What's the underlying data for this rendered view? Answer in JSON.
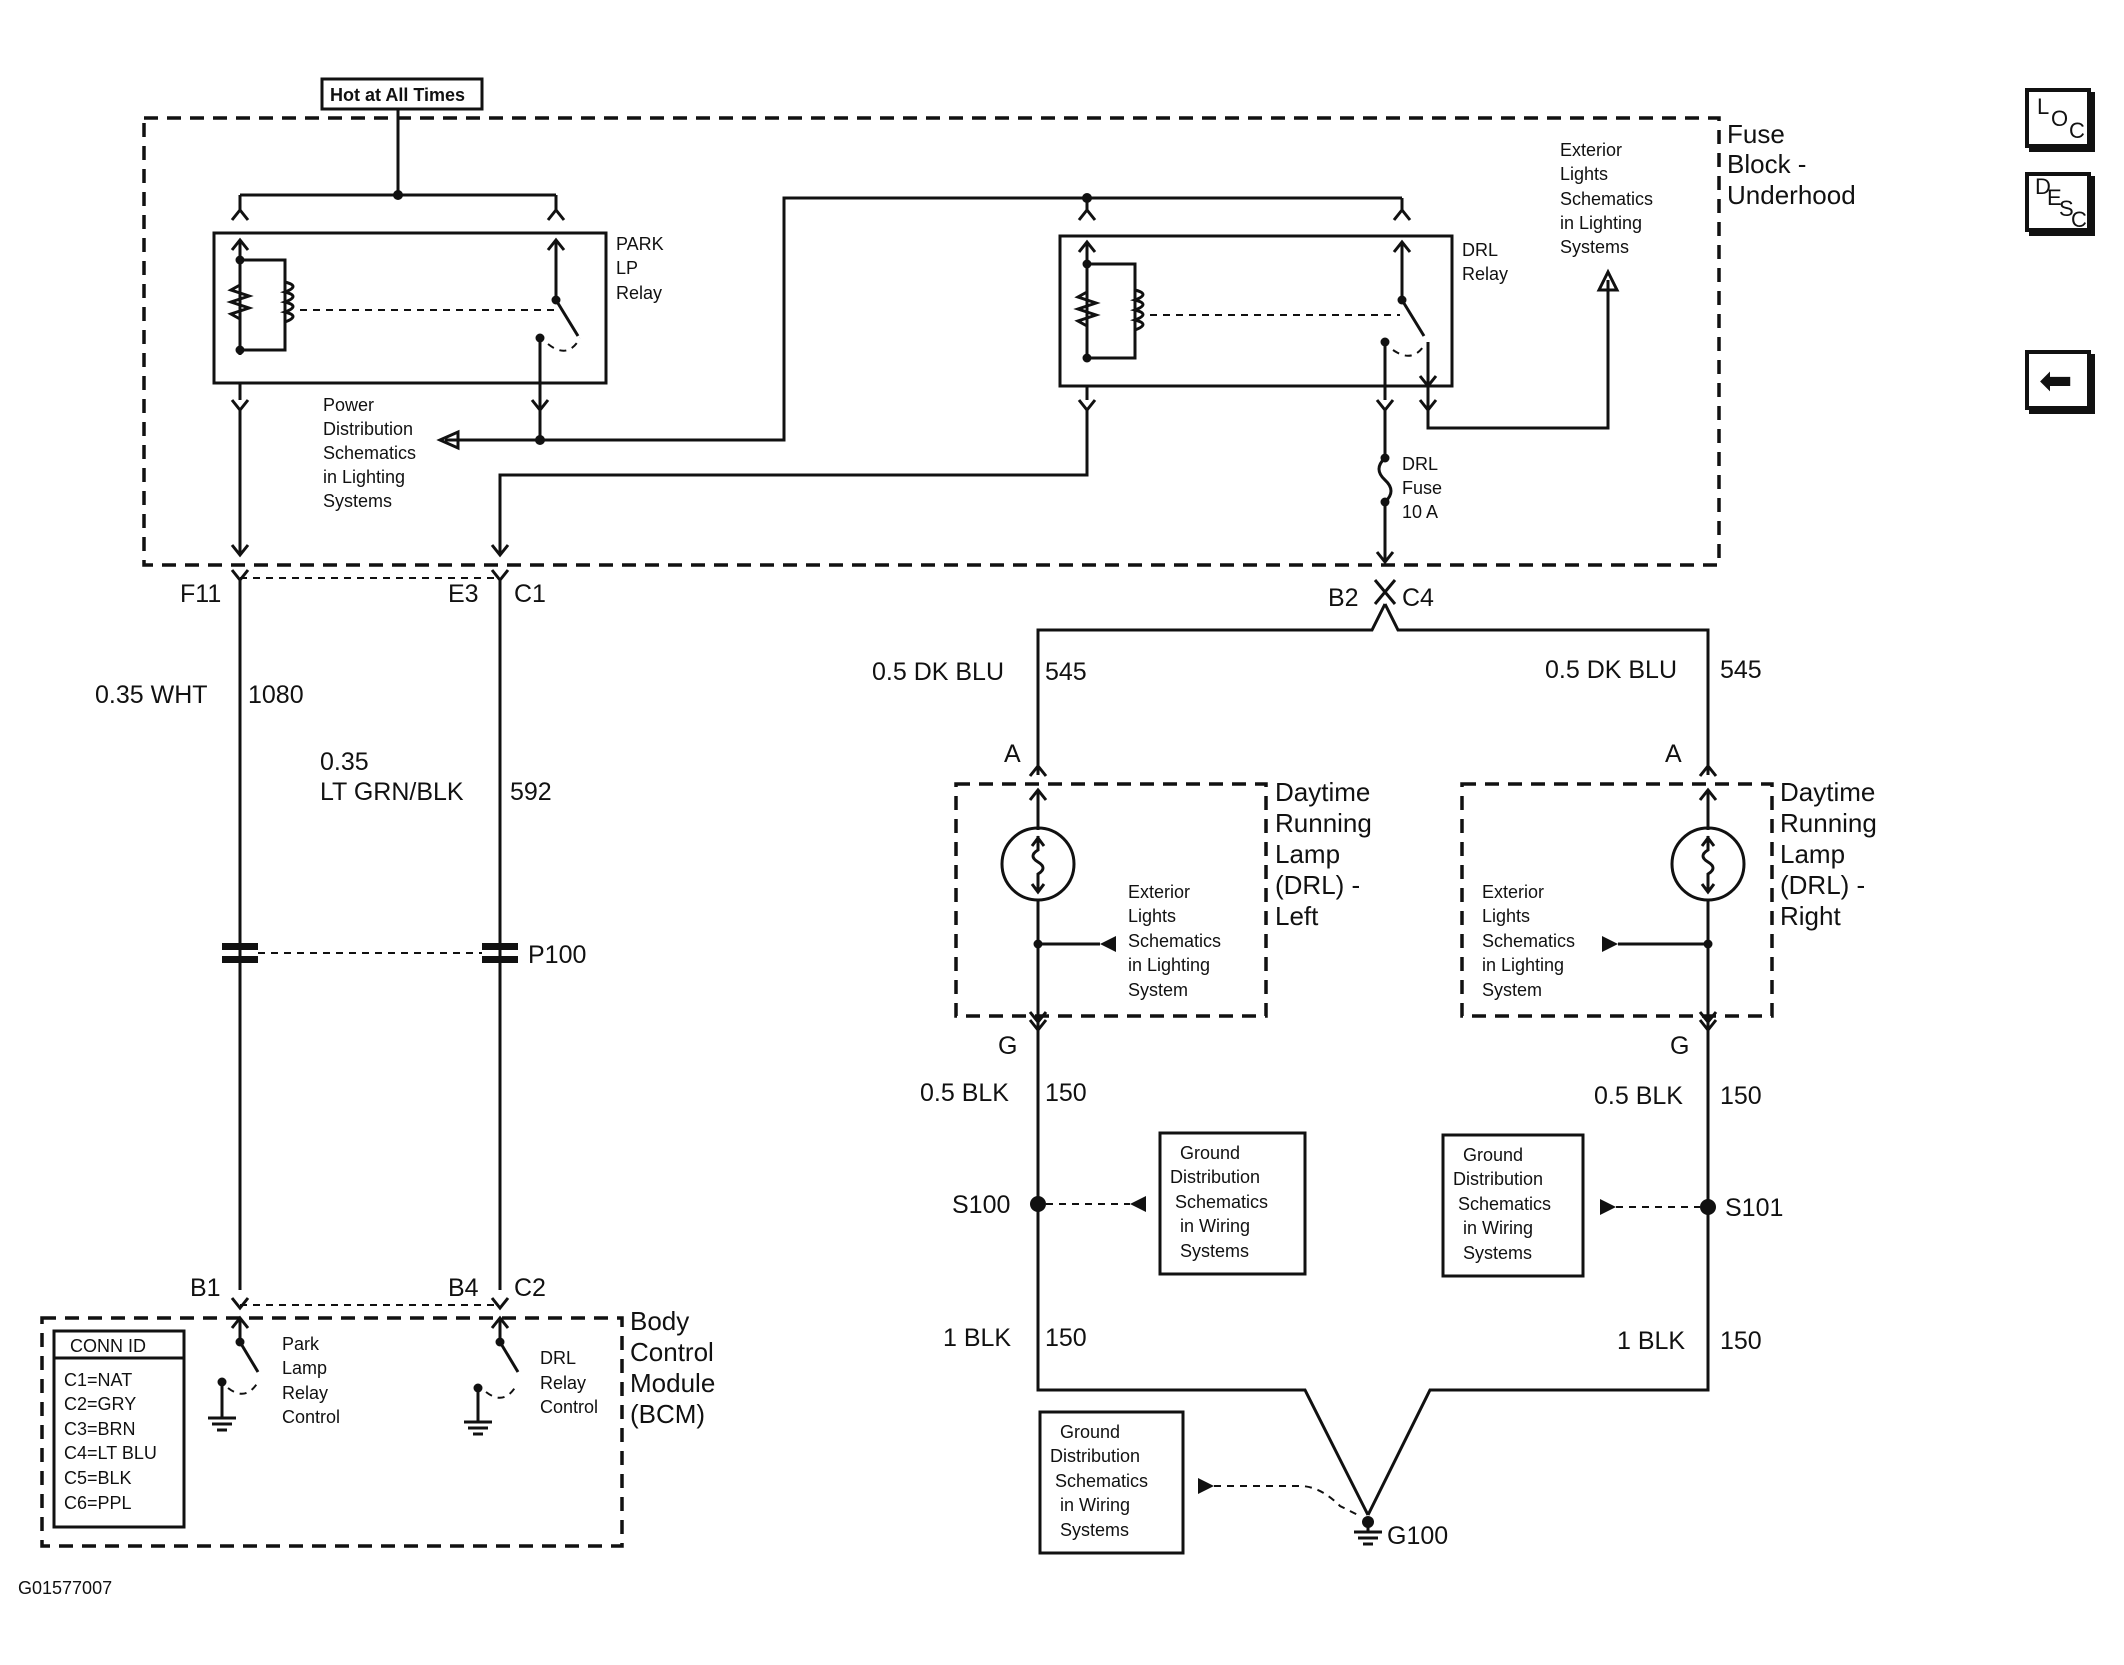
{
  "nav": {
    "loc": [
      "L",
      "O",
      "C"
    ],
    "desc": [
      "D",
      "E",
      "S",
      "C"
    ],
    "back_icon": "left-arrow-icon"
  },
  "labels": {
    "hot": "Hot at All Times",
    "fuse_block": [
      "Fuse",
      "Block -",
      "Underhood"
    ],
    "park_relay": [
      "PARK",
      "LP",
      "Relay"
    ],
    "drl_relay": [
      "DRL",
      "Relay"
    ],
    "power_dist": [
      "Power",
      "Distribution",
      "Schematics",
      "in Lighting",
      "Systems"
    ],
    "ext_lights_top": [
      "Exterior",
      "Lights",
      "Schematics",
      "in Lighting",
      "Systems"
    ],
    "drl_fuse": [
      "DRL",
      "Fuse",
      "10 A"
    ],
    "f11": "F11",
    "e3": "E3",
    "c1_top": "C1",
    "b2": "B2",
    "c4": "C4",
    "wire_1080_spec": "0.35 WHT",
    "wire_1080_num": "1080",
    "wire_592_spec": [
      "0.35",
      "LT GRN/BLK"
    ],
    "wire_592_num": "592",
    "p100": "P100",
    "b1": "B1",
    "b4": "B4",
    "c2_bot": "C2",
    "bcm": [
      "Body",
      "Control",
      "Module",
      "(BCM)"
    ],
    "park_ctrl": [
      "Park",
      "Lamp",
      "Relay",
      "Control"
    ],
    "drl_ctrl": [
      "DRL",
      "Relay",
      "Control"
    ],
    "conn_id_title": "CONN ID",
    "conn_id": [
      "C1=NAT",
      "C2=GRY",
      "C3=BRN",
      "C4=LT BLU",
      "C5=BLK",
      "C6=PPL"
    ],
    "wire_545_spec": "0.5 DK BLU",
    "wire_545_num": "545",
    "pin_a": "A",
    "pin_g": "G",
    "drl_left": [
      "Daytime",
      "Running",
      "Lamp",
      "(DRL) -",
      "Left"
    ],
    "drl_right": [
      "Daytime",
      "Running",
      "Lamp",
      "(DRL) -",
      "Right"
    ],
    "ext_lights_lamp": [
      "Exterior",
      "Lights",
      "Schematics",
      "in Lighting",
      "System"
    ],
    "wire_150_05_spec": "0.5 BLK",
    "wire_150_1_spec": "1 BLK",
    "wire_150_num": "150",
    "s100": "S100",
    "s101": "S101",
    "ground_dist": [
      "Ground",
      "Distribution",
      "Schematics",
      "in Wiring",
      "Systems"
    ],
    "g100": "G100",
    "figure_id": "G01577007"
  }
}
